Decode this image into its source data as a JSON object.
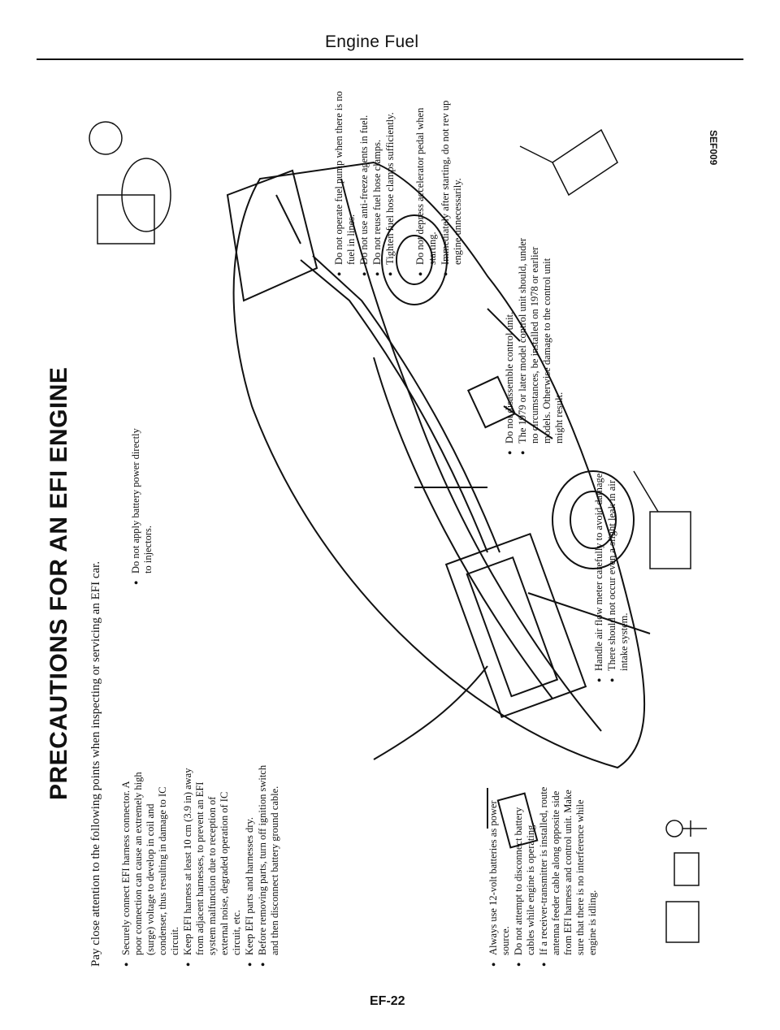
{
  "header": {
    "section": "Engine Fuel"
  },
  "title": "PRECAUTIONS FOR AN EFI ENGINE",
  "intro": "Pay close attention to the following points when inspecting or servicing an EFI car.",
  "blocks": {
    "harness": [
      "Securely connect EFI harness connector. A poor connection can cause an extremely high (surge) voltage to develop in coil and condenser, thus resulting in damage to IC circuit.",
      "Keep EFI harness at least 10 cm (3.9 in) away from adjacent harnesses, to prevent an EFI system malfunction due to reception of external noise, degraded operation of IC circuit, etc.",
      "Keep EFI parts and harnesses dry.",
      "Before removing parts, turn off ignition switch and then disconnect battery ground cable."
    ],
    "injectors": [
      "Do not apply battery power directly to injectors."
    ],
    "battery": [
      "Always use 12-volt batteries as power source.",
      "Do not attempt to disconnect battery cables while engine is operating.",
      "If a receiver-transmitter is installed, route antenna feeder cable along opposite side from EFI harness and control unit. Make sure that there is no interference while engine is idling."
    ],
    "airflow": [
      "Handle air flow meter carefully to avoid damage.",
      "There should not occur even a slight leak in air intake system."
    ],
    "control_unit": [
      "Do not disassemble control unit.",
      "The 1979 or later model control unit should, under no circumstances, be installed on 1978 or earlier models. Otherwise damage to the control unit might result."
    ],
    "fuel_pump": [
      "Do not operate fuel pump when there is no fuel in lines.",
      "Do not use anti-freeze agents in fuel.",
      "Do not reuse fuel hose clamps.",
      "Tighten fuel hose clamps sufficiently."
    ],
    "accelerator": [
      "Do not depress accelerator pedal when starting.",
      "Immediately after starting, do not rev up engine unnecessarily."
    ]
  },
  "footer": {
    "page": "EF-22",
    "figure_code": "SEF009"
  }
}
